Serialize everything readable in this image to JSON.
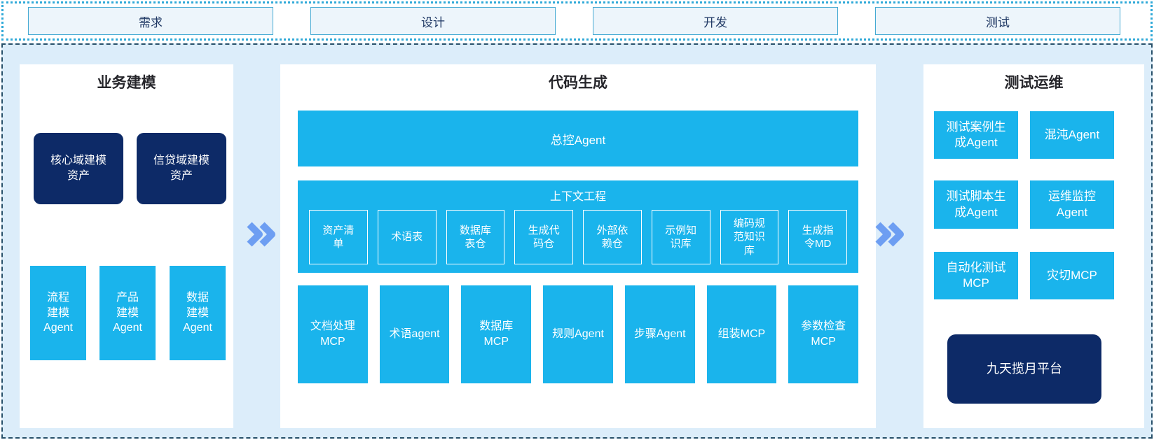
{
  "stages": [
    "需求",
    "设计",
    "开发",
    "测试"
  ],
  "panels": {
    "business": {
      "title": "业务建模",
      "assets": [
        "核心域建模\n资产",
        "信贷域建模\n资产"
      ],
      "agents": [
        "流程\n建模\nAgent",
        "产品\n建模\nAgent",
        "数据\n建模\nAgent"
      ]
    },
    "code": {
      "title": "代码生成",
      "master_agent": "总控Agent",
      "context": {
        "title": "上下文工程",
        "items": [
          "资产清\n单",
          "术语表",
          "数据库\n表仓",
          "生成代\n码仓",
          "外部依\n赖仓",
          "示例知\n识库",
          "编码规\n范知识\n库",
          "生成指\n令MD"
        ]
      },
      "tools": [
        "文档处理\nMCP",
        "术语agent",
        "数据库\nMCP",
        "规则Agent",
        "步骤Agent",
        "组装MCP",
        "参数检查\nMCP"
      ]
    },
    "testops": {
      "title": "测试运维",
      "boxes": [
        "测试案例生\n成Agent",
        "混沌Agent",
        "测试脚本生\n成Agent",
        "运维监控\nAgent",
        "自动化测试\nMCP",
        "灾切MCP"
      ],
      "platform": "九天揽月平台"
    }
  },
  "icons": {
    "arrow_between_panels": "double-chevron-right"
  },
  "colors": {
    "cyan_box": "#1ab4ec",
    "navy_box": "#0d2a67",
    "arrow_blue": "#6d9ef2",
    "container_bg": "#dcedfa",
    "stage_fill": "#edf5fb",
    "stage_border": "#45aad3",
    "dotted_border": "#2fa9d8",
    "dashed_border": "#27506a",
    "stage_text": "#1f3864",
    "title_text": "#26262b"
  }
}
